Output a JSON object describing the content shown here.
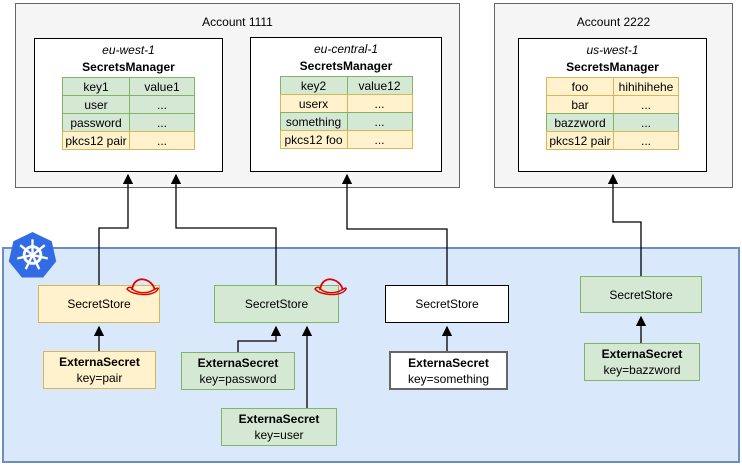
{
  "accounts": [
    {
      "title": "Account 1111",
      "regions": [
        {
          "name": "eu-west-1",
          "service": "SecretsManager",
          "rows": [
            {
              "key": "key1",
              "value": "value1",
              "tone": "green"
            },
            {
              "key": "user",
              "value": "...",
              "tone": "green"
            },
            {
              "key": "password",
              "value": "...",
              "tone": "green"
            },
            {
              "key": "pkcs12 pair",
              "value": "...",
              "tone": "yellow"
            }
          ]
        },
        {
          "name": "eu-central-1",
          "service": "SecretsManager",
          "rows": [
            {
              "key": "key2",
              "value": "value12",
              "tone": "green"
            },
            {
              "key": "userx",
              "value": "...",
              "tone": "yellow"
            },
            {
              "key": "something",
              "value": "...",
              "tone": "green"
            },
            {
              "key": "pkcs12 foo",
              "value": "...",
              "tone": "yellow"
            }
          ]
        }
      ]
    },
    {
      "title": "Account 2222",
      "regions": [
        {
          "name": "us-west-1",
          "service": "SecretsManager",
          "rows": [
            {
              "key": "foo",
              "value": "hihihihehe",
              "tone": "yellow"
            },
            {
              "key": "bar",
              "value": "...",
              "tone": "yellow"
            },
            {
              "key": "bazzword",
              "value": "...",
              "tone": "green"
            },
            {
              "key": "pkcs12 pair",
              "value": "...",
              "tone": "yellow"
            }
          ]
        }
      ]
    }
  ],
  "cluster": {
    "secret_stores": [
      {
        "label": "SecretStore",
        "tone": "yellow",
        "redhat_icon": true
      },
      {
        "label": "SecretStore",
        "tone": "green",
        "redhat_icon": true
      },
      {
        "label": "SecretStore",
        "tone": "white",
        "redhat_icon": false
      },
      {
        "label": "SecretStore",
        "tone": "green",
        "redhat_icon": false
      }
    ],
    "external_secrets": [
      {
        "name": "ExternaSecret",
        "key": "key=pair",
        "tone": "yellow"
      },
      {
        "name": "ExternaSecret",
        "key": "key=password",
        "tone": "green"
      },
      {
        "name": "ExternaSecret",
        "key": "key=user",
        "tone": "green"
      },
      {
        "name": "ExternaSecret",
        "key": "key=something",
        "tone": "whitegray"
      },
      {
        "name": "ExternaSecret",
        "key": "key=bazzword",
        "tone": "green"
      }
    ],
    "edges": [
      {
        "from": "secret-store-1",
        "to": "eu-west-1"
      },
      {
        "from": "secret-store-2",
        "to": "eu-west-1"
      },
      {
        "from": "secret-store-3",
        "to": "eu-central-1"
      },
      {
        "from": "secret-store-4",
        "to": "us-west-1"
      },
      {
        "from": "external-secret-pair",
        "to": "secret-store-1"
      },
      {
        "from": "external-secret-password",
        "to": "secret-store-2"
      },
      {
        "from": "external-secret-user",
        "to": "secret-store-2"
      },
      {
        "from": "external-secret-something",
        "to": "secret-store-3"
      },
      {
        "from": "external-secret-bazzword",
        "to": "secret-store-4"
      }
    ]
  },
  "icons": {
    "kubernetes": "kubernetes-icon",
    "redhat": "redhat-icon"
  },
  "colors": {
    "green_fill": "#d5e8d4",
    "green_border": "#82b366",
    "yellow_fill": "#fff2cc",
    "yellow_border": "#d6b656",
    "cluster_fill": "#dae8fc",
    "cluster_border": "#6c8ebf",
    "account_fill": "#f5f5f5",
    "account_border": "#666666",
    "kubernetes_blue": "#326ce5",
    "redhat_red": "#dd0000",
    "arrow": "#000000"
  }
}
